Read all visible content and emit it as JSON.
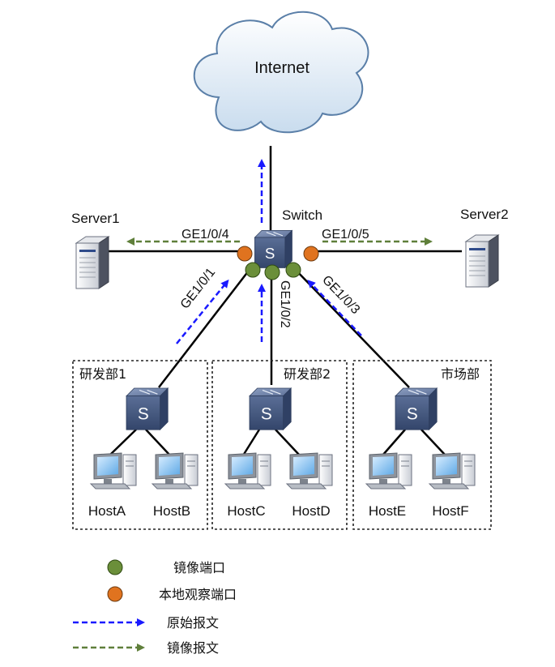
{
  "cloud": {
    "label": "Internet"
  },
  "core_switch": {
    "label": "Switch"
  },
  "servers": [
    {
      "label": "Server1"
    },
    {
      "label": "Server2"
    }
  ],
  "ports": {
    "ge104": "GE1/0/4",
    "ge105": "GE1/0/5",
    "ge101": "GE1/0/1",
    "ge102": "GE1/0/2",
    "ge103": "GE1/0/3"
  },
  "departments": [
    {
      "label": "研发部1",
      "hosts": [
        "HostA",
        "HostB"
      ]
    },
    {
      "label": "研发部2",
      "hosts": [
        "HostC",
        "HostD"
      ]
    },
    {
      "label": "市场部",
      "hosts": [
        "HostE",
        "HostF"
      ]
    }
  ],
  "legend": {
    "mirror_port": "镜像端口",
    "observe_port": "本地观察端口",
    "original_packet": "原始报文",
    "mirror_packet": "镜像报文"
  },
  "colors": {
    "mirror_port": "#6b8f3a",
    "observe_port": "#e0731f",
    "original_packet": "#1a1aff",
    "mirror_packet": "#5f7f3a",
    "switch": "#4a5f86"
  }
}
